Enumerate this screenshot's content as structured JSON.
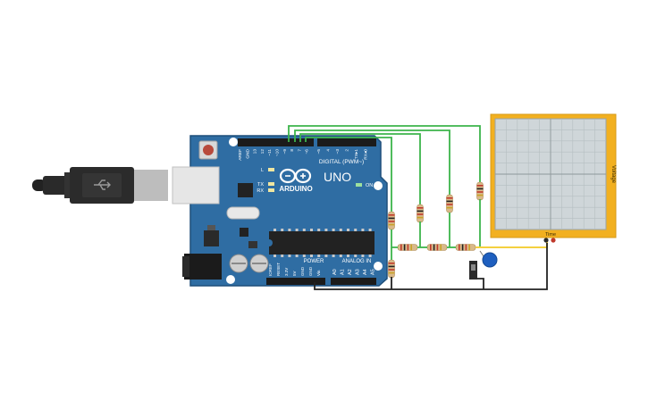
{
  "board": {
    "brand": "ARDUINO",
    "model": "UNO",
    "digital_label": "DIGITAL (PWM~)",
    "analog_label": "ANALOG IN",
    "power_label": "POWER",
    "on_label": "ON",
    "tx_label": "TX",
    "rx_label": "RX",
    "l_label": "L",
    "top_pins": [
      "AREF",
      "GND",
      "13",
      "12",
      "~11",
      "~10",
      "~9",
      "8",
      "7",
      "~6",
      "~5",
      "4",
      "~3",
      "2",
      "TX▸1",
      "RX◂0"
    ],
    "power_pins": [
      "IOREF",
      "RESET",
      "3.3V",
      "5V",
      "GND",
      "GND",
      "Vin"
    ],
    "analog_pins": [
      "A0",
      "A1",
      "A2",
      "A3",
      "A4",
      "A5"
    ]
  },
  "oscilloscope": {
    "x_label": "Time",
    "y_label": "Voltage"
  },
  "colors": {
    "board": "#2f6da3",
    "board_edge": "#1f4f7a",
    "scope_frame": "#f2b020",
    "scope_screen": "#cfd6d9",
    "wire_green": "#3cb44b",
    "wire_black": "#222222",
    "wire_yellow": "#f4d03f",
    "capacitor": "#1e5fbf"
  }
}
